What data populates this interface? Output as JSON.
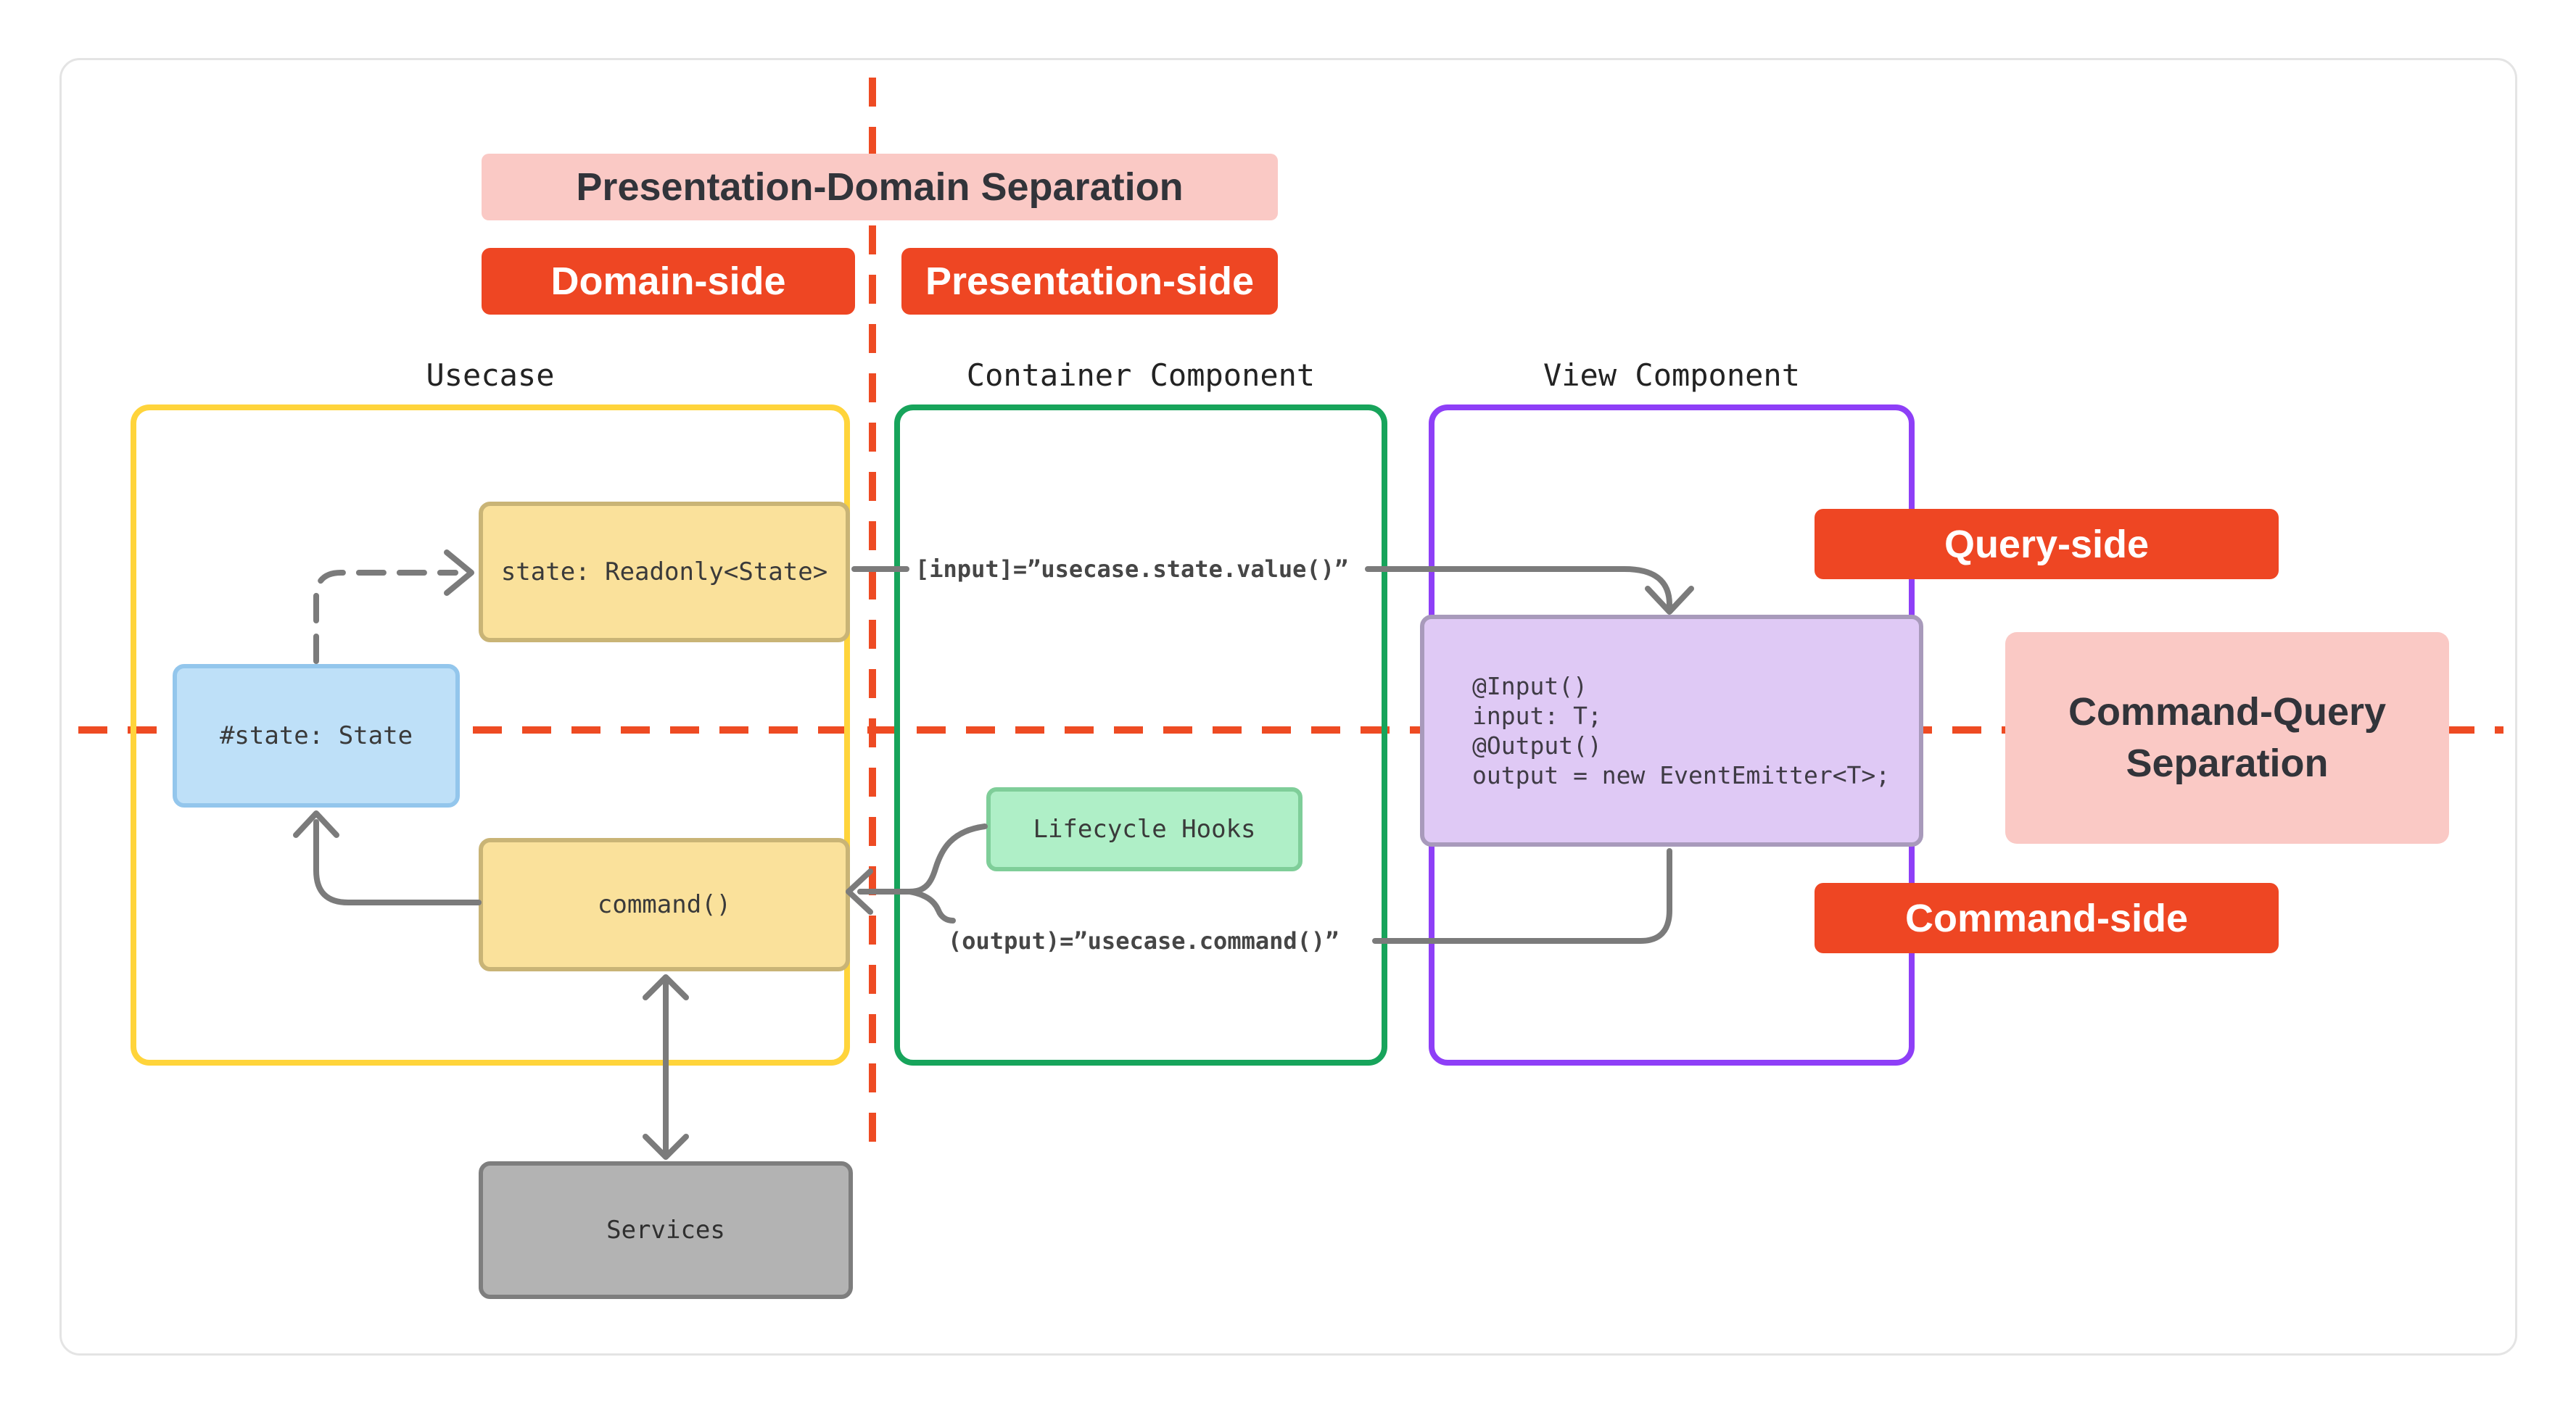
{
  "banner": {
    "title": "Presentation-Domain Separation"
  },
  "side_labels": {
    "domain": "Domain-side",
    "presentation": "Presentation-side"
  },
  "usecase": {
    "title": "Usecase",
    "state_box": "state: Readonly<State>",
    "private_state_box": "#state: State",
    "command_box": "command()",
    "services_box": "Services"
  },
  "container": {
    "title": "Container Component",
    "input_binding": "[input]=”usecase.state.value()”",
    "lifecycle_box": "Lifecycle Hooks",
    "output_binding": "(output)=”usecase.command()”"
  },
  "view": {
    "title": "View Component",
    "code": [
      "@Input()",
      "input: T;",
      "@Output()",
      "output = new EventEmitter<T>;"
    ]
  },
  "cqs": {
    "query": "Query-side",
    "separation": [
      "Command-Query",
      "Separation"
    ],
    "command": "Command-side"
  },
  "colors": {
    "accent_red": "#EE4623",
    "dash_red": "#EE4B23",
    "pink": "#FAC9C5",
    "yellow_outline": "#FFD43B",
    "yellow_fill": "#FAE19B",
    "green_outline": "#17A45B",
    "green_fill": "#AFEFC7",
    "purple_outline": "#8E3FF7",
    "purple_fill": "#DFC9F5",
    "blue_fill": "#BEE0F8",
    "gray_fill": "#B3B3B3",
    "arrow_gray": "#7B7B7B"
  }
}
